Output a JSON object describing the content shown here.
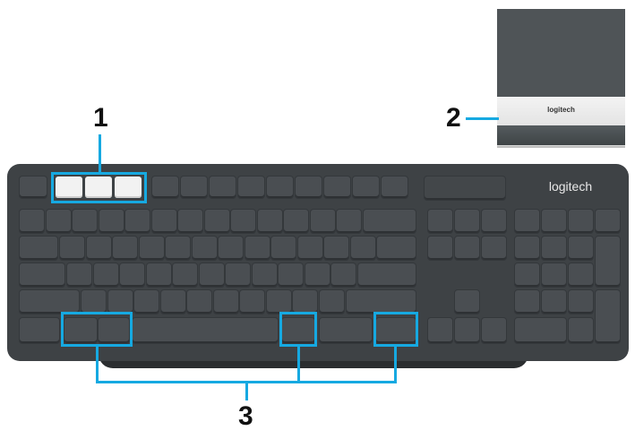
{
  "callouts": {
    "one": "1",
    "two": "2",
    "three": "3"
  },
  "keyboard": {
    "brand": "logitech"
  },
  "stand": {
    "brand": "logitech"
  },
  "colors": {
    "highlight": "#16a9e1",
    "keyboard_body": "#3e4245",
    "key": "#4a4e52"
  }
}
